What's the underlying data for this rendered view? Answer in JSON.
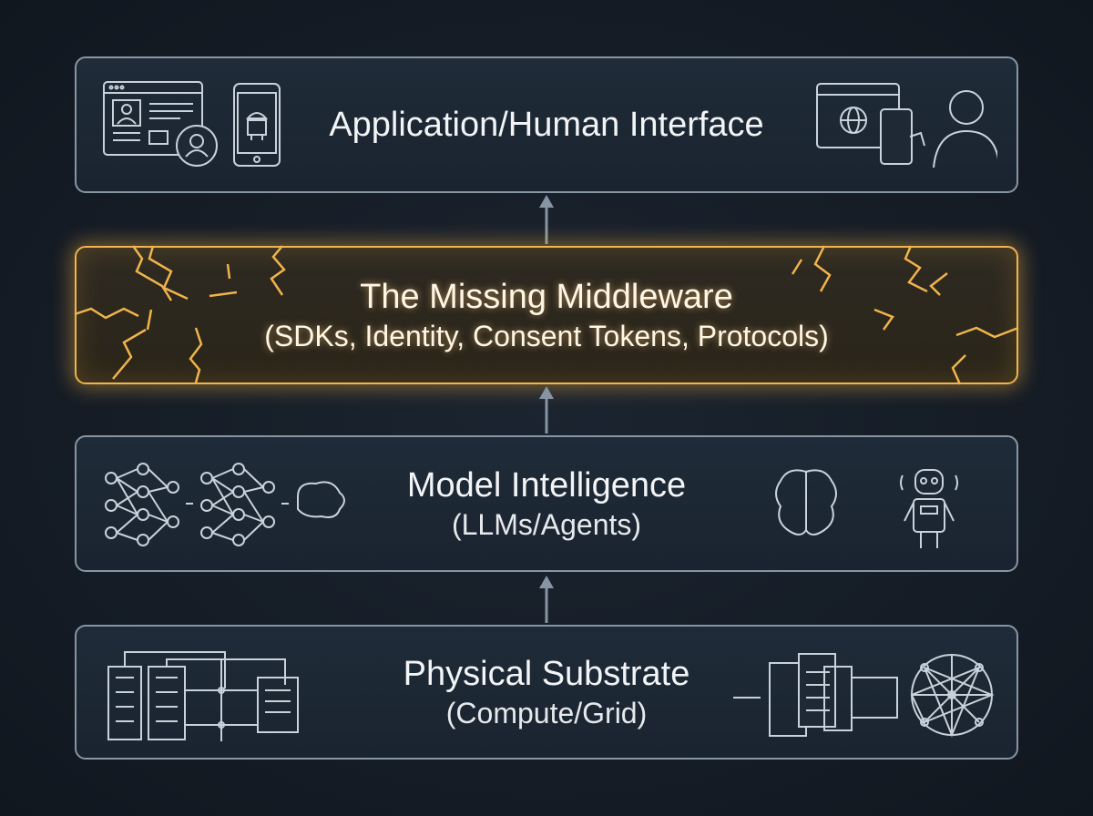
{
  "layers": [
    {
      "title": "Application/Human Interface"
    },
    {
      "title": "The Missing Middleware",
      "subtitle": "(SDKs, Identity, Consent Tokens, Protocols)"
    },
    {
      "title": "Model Intelligence",
      "subtitle": "(LLMs/Agents)"
    },
    {
      "title": "Physical Substrate",
      "subtitle": "(Compute/Grid)"
    }
  ],
  "colors": {
    "accent": "#f0b44c",
    "border": "#8795a3",
    "background": "#141b24"
  }
}
